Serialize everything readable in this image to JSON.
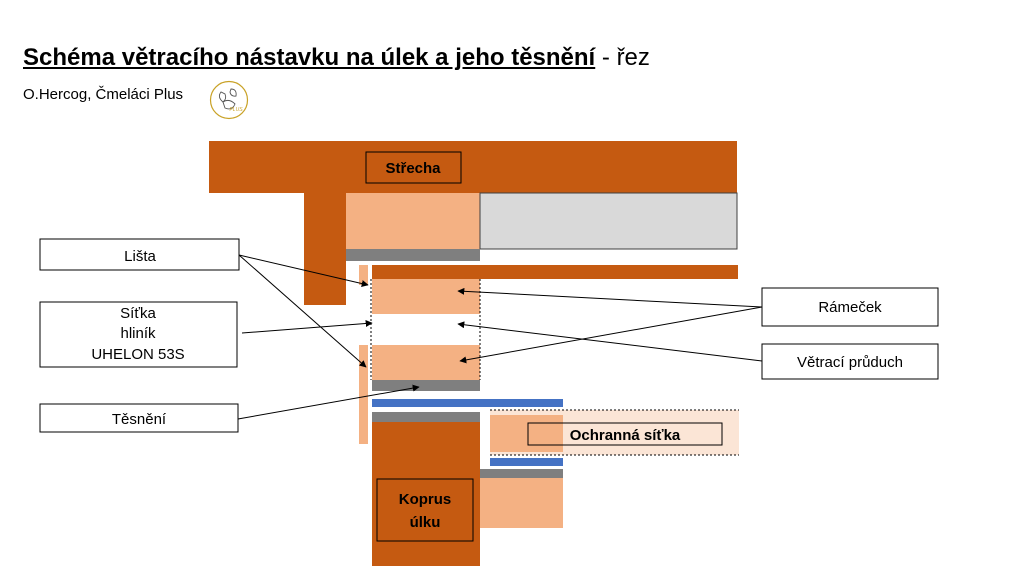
{
  "title": {
    "main": "Schéma větracího nástavku na úlek a jeho těsnění",
    "suffix": " - řez"
  },
  "author": "O.Hercog, Čmeláci Plus",
  "logo": {
    "icon": "bumblebee-logo-icon",
    "text": "PLUS"
  },
  "colors": {
    "dark_orange": "#C55A11",
    "light_orange": "#F4B183",
    "pale_orange": "#FBE5D6",
    "gray": "#7F7F7F",
    "light_gray": "#D9D9D9",
    "blue": "#4472C4",
    "logo_gold": "#C9A227"
  },
  "labels": {
    "strecha": "Střecha",
    "ochranna_sitka": "Ochranná síťka",
    "korpus_line1": "Koprus",
    "korpus_line2": "úlku",
    "lista": "Lišta",
    "sitka_line1": "Síťka",
    "sitka_line2": "hliník",
    "sitka_line3": "UHELON 53S",
    "tesneni": "Těsnění",
    "ramecek": "Rámeček",
    "vetraci_pruduch": "Větrací průduch"
  }
}
